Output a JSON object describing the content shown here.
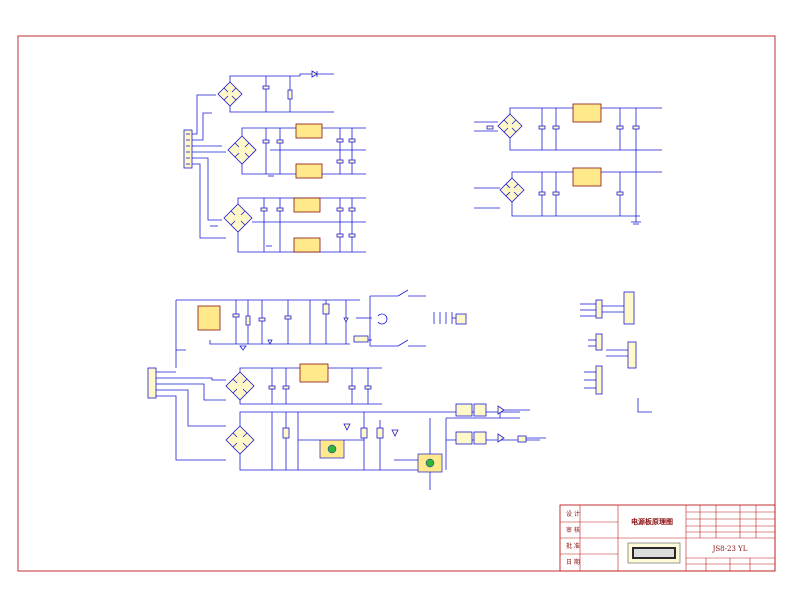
{
  "title_block": {
    "drawing_title": "电源板原理图",
    "drawing_number": "JS8-23 YL",
    "left_labels": [
      "设 计",
      "审 核",
      "批 准",
      "日 期"
    ]
  },
  "colors": {
    "sheet_background": "#fffbd9",
    "frame": "#c01c1c",
    "wire": "#1b1bd8",
    "ic_fill": "#ffe98a"
  }
}
